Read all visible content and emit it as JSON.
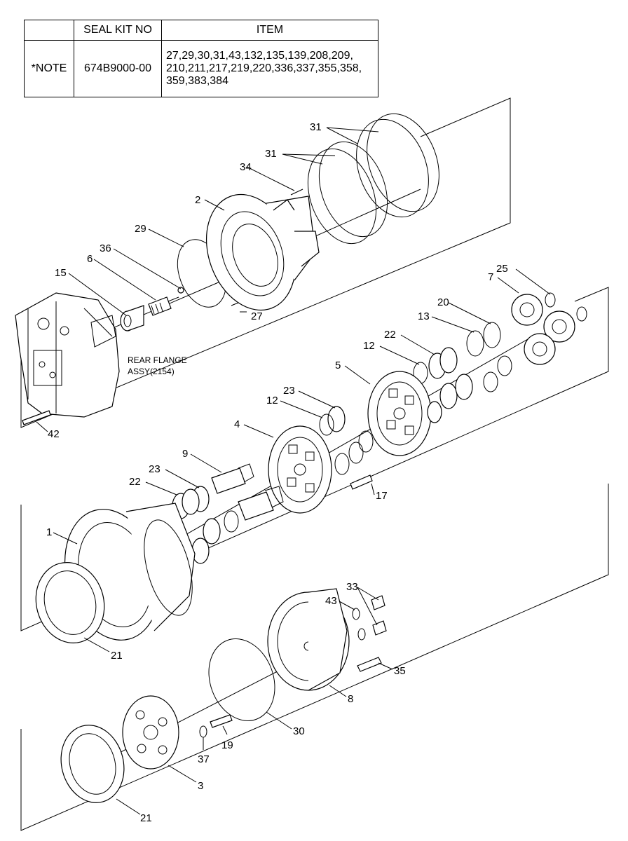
{
  "table": {
    "headers": [
      "",
      "SEAL KIT NO",
      "ITEM"
    ],
    "rows": [
      {
        "note": "*NOTE",
        "kit_no": "674B9000-00",
        "items": [
          "27,29,30,31,43,132,135,139,208,209,",
          "210,211,217,219,220,336,337,355,358,",
          "359,383,384"
        ]
      }
    ]
  },
  "assembly_label": [
    "REAR FLANGE",
    "ASSY(2154)"
  ],
  "callouts": [
    "31",
    "31",
    "34",
    "2",
    "29",
    "36",
    "6",
    "15",
    "27",
    "25",
    "7",
    "20",
    "13",
    "22",
    "12",
    "5",
    "23",
    "12",
    "4",
    "9",
    "23",
    "22",
    "17",
    "1",
    "21",
    "33",
    "43",
    "35",
    "8",
    "30",
    "19",
    "37",
    "3",
    "21",
    "42"
  ]
}
